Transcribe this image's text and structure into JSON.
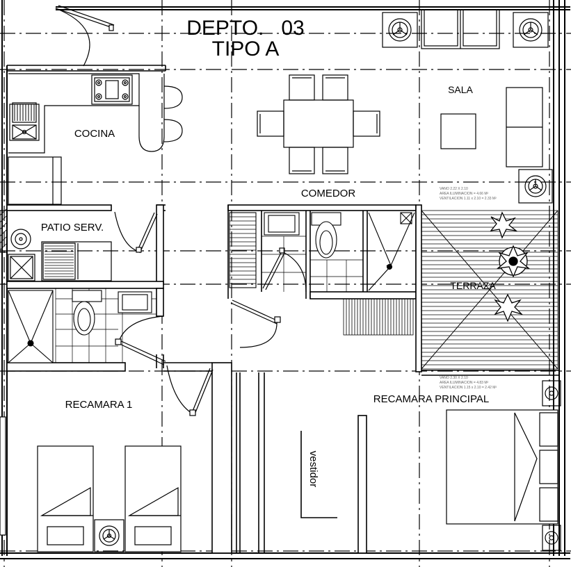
{
  "title": {
    "line1": "DEPTO.   03",
    "line2": "TIPO A"
  },
  "rooms": {
    "cocina": "COCINA",
    "comedor": "COMEDOR",
    "sala": "SALA",
    "patio": "PATIO SERV.",
    "terraza": "TERRAZA",
    "recamara1": "RECAMARA 1",
    "principal": "RECAMARA PRINCIPAL",
    "vestidor": "vestidor"
  },
  "notes": {
    "sala": [
      "VANO 2.22 X 2.10",
      "AREA ILUMINACION = 4.66 M²",
      "VENTILACION 1.11 x 2.10 = 2.33 M²"
    ],
    "principal": [
      "VANO 2.30 X 2.10",
      "AREA ILUMINACION = 4.83 M²",
      "VENTILACION 1.15 x 2.10 = 2.42 M²"
    ]
  }
}
